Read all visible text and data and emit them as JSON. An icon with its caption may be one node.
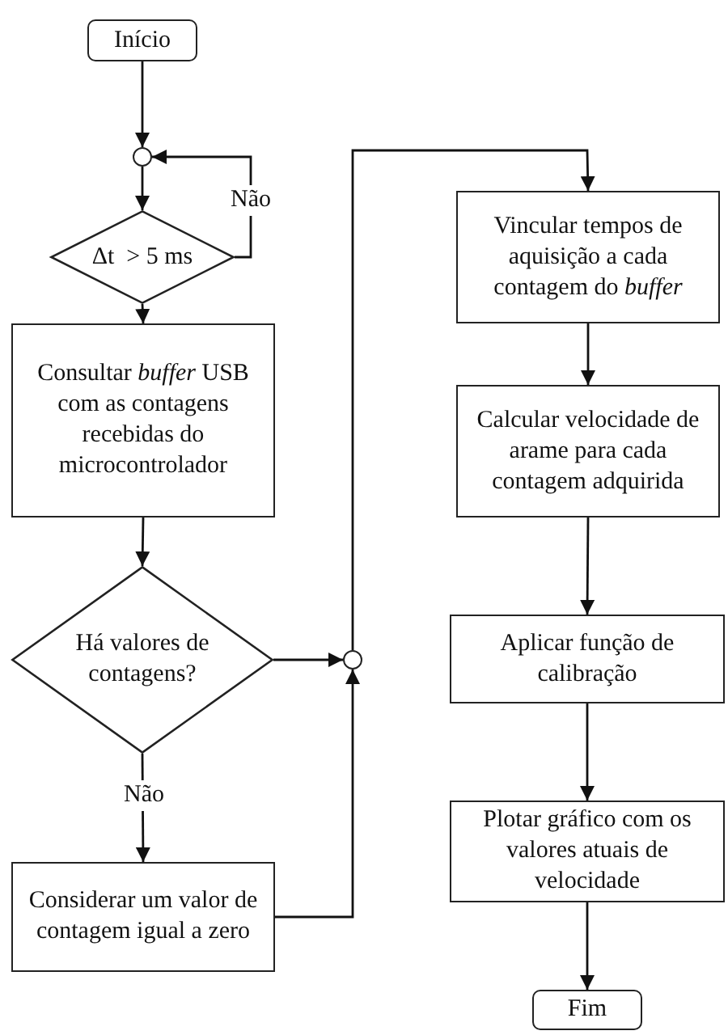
{
  "diagram": {
    "nodes": [
      {
        "text": [
          "Início"
        ]
      },
      {
        "text": [],
        "shape": "circle"
      },
      {
        "text": [
          "Δt  > 5 ms"
        ]
      },
      {
        "text": [
          "Consultar *buffer* USB com as contagens recebidas do microcontrolador"
        ]
      },
      {
        "text": [
          "Há valores de contagens?"
        ]
      },
      {
        "text": [
          "Considerar um valor de contagem igual a zero"
        ]
      },
      {
        "text": [],
        "shape": "circle"
      },
      {
        "text": [
          "Vincular tempos de aquisição a cada contagem do *buffer*"
        ]
      },
      {
        "text": [
          "Calcular velocidade de arame para cada contagem adquirida"
        ]
      },
      {
        "text": [
          "Aplicar função de calibração"
        ]
      },
      {
        "text": [
          "Plotar gráfico com os valores atuais de velocidade"
        ]
      },
      {
        "text": [
          "Fim"
        ]
      }
    ],
    "edges": [
      {
        "from": 0,
        "to": 1,
        "arrow": "to"
      },
      {
        "from": 1,
        "to": 2,
        "arrow": "to"
      },
      {
        "from": 2,
        "to": 1,
        "arrow": "to",
        "label": "Não"
      },
      {
        "from": 2,
        "to": 3,
        "arrow": "to"
      },
      {
        "from": 3,
        "to": 4,
        "arrow": "to"
      },
      {
        "from": 4,
        "to": 6,
        "arrow": "to"
      },
      {
        "from": 4,
        "to": 5,
        "arrow": "to",
        "label": "Não"
      },
      {
        "from": 5,
        "to": 6,
        "arrow": "to"
      },
      {
        "from": 6,
        "to": 7,
        "arrow": "to"
      },
      {
        "from": 7,
        "to": 8,
        "arrow": "to"
      },
      {
        "from": 8,
        "to": 9,
        "arrow": "to"
      },
      {
        "from": 9,
        "to": 10,
        "arrow": "to"
      },
      {
        "from": 10,
        "to": 11,
        "arrow": "to"
      }
    ]
  }
}
